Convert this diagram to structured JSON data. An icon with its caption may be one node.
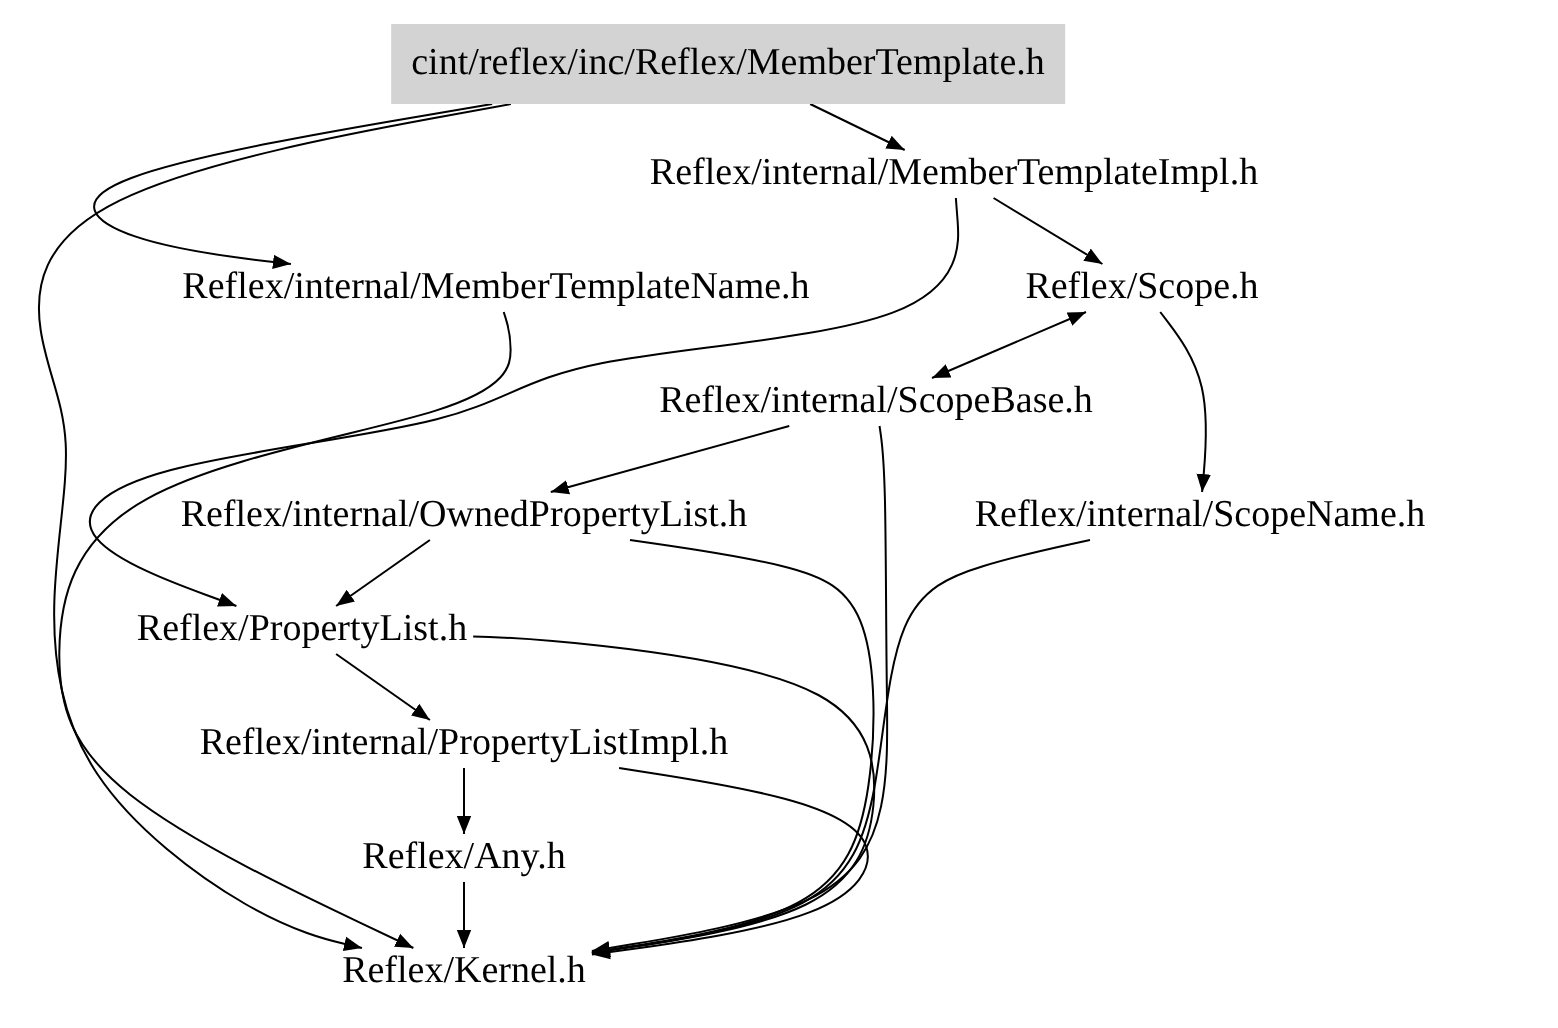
{
  "diagram": {
    "nodes": [
      {
        "text": [
          "cint/reflex/inc/Reflex/MemberTemplate.h"
        ]
      },
      {
        "text": [
          "Reflex/internal/MemberTemplateImpl.h"
        ]
      },
      {
        "text": [
          "Reflex/internal/MemberTemplateName.h"
        ]
      },
      {
        "text": [
          "Reflex/Scope.h"
        ]
      },
      {
        "text": [
          "Reflex/internal/ScopeBase.h"
        ]
      },
      {
        "text": [
          "Reflex/internal/OwnedPropertyList.h"
        ]
      },
      {
        "text": [
          "Reflex/internal/ScopeName.h"
        ]
      },
      {
        "text": [
          "Reflex/PropertyList.h"
        ]
      },
      {
        "text": [
          "Reflex/internal/PropertyListImpl.h"
        ]
      },
      {
        "text": [
          "Reflex/Any.h"
        ]
      },
      {
        "text": [
          "Reflex/Kernel.h"
        ]
      }
    ],
    "edges": [
      {
        "from": 0,
        "to": 1,
        "arrow": "to"
      },
      {
        "from": 0,
        "to": 2,
        "arrow": "to"
      },
      {
        "from": 0,
        "to": 10,
        "arrow": "to"
      },
      {
        "from": 1,
        "to": 3,
        "arrow": "to"
      },
      {
        "from": 1,
        "to": 7,
        "arrow": "to"
      },
      {
        "from": 2,
        "to": 10,
        "arrow": "to"
      },
      {
        "from": 3,
        "to": 4,
        "arrow": "both"
      },
      {
        "from": 3,
        "to": 6,
        "arrow": "to"
      },
      {
        "from": 4,
        "to": 5,
        "arrow": "to"
      },
      {
        "from": 4,
        "to": 10,
        "arrow": "to"
      },
      {
        "from": 5,
        "to": 10,
        "arrow": "to"
      },
      {
        "from": 6,
        "to": 10,
        "arrow": "to"
      },
      {
        "from": 5,
        "to": 7,
        "arrow": "to"
      },
      {
        "from": 7,
        "to": 8,
        "arrow": "to"
      },
      {
        "from": 7,
        "to": 10,
        "arrow": "to"
      },
      {
        "from": 8,
        "to": 9,
        "arrow": "to"
      },
      {
        "from": 8,
        "to": 10,
        "arrow": "to"
      },
      {
        "from": 9,
        "to": 10,
        "arrow": "to"
      }
    ]
  }
}
